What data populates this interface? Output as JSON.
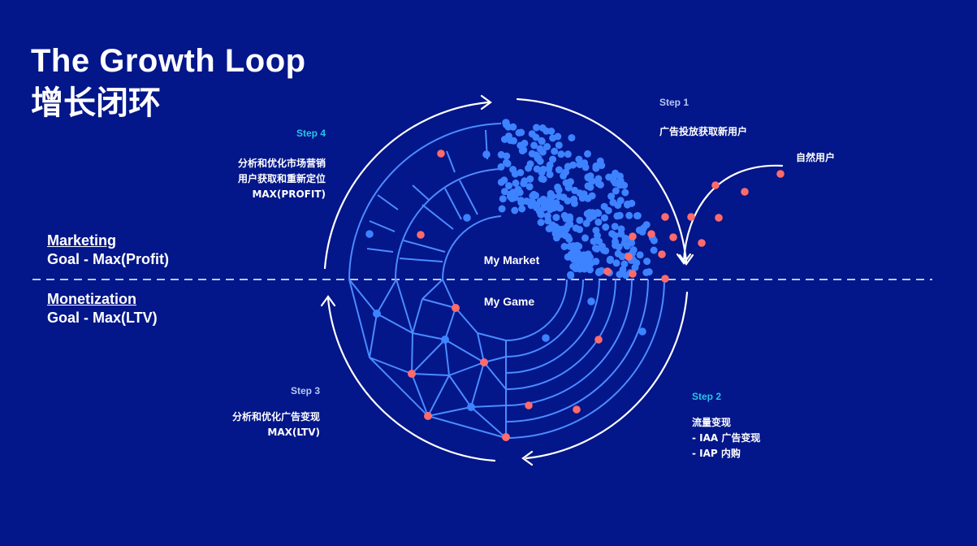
{
  "title": {
    "en": "The Growth Loop",
    "zh": "增长闭环"
  },
  "marketing": {
    "heading": "Marketing",
    "goal": "Goal - Max(Profit)"
  },
  "monetization": {
    "heading": "Monetization",
    "goal": "Goal - Max(LTV)"
  },
  "step1": {
    "label": "Step 1",
    "lines": [
      "广告投放获取新用户"
    ]
  },
  "organic": {
    "label": "自然用户"
  },
  "step2": {
    "label": "Step 2",
    "lines": [
      "流量变现",
      "- IAA 广告变现",
      "- IAP 内购"
    ]
  },
  "step3": {
    "label": "Step 3",
    "lines": [
      "分析和优化广告变现",
      "MAX(LTV)"
    ]
  },
  "step4": {
    "label": "Step 4",
    "lines": [
      "分析和优化市场营销",
      "用户获取和重新定位",
      "MAX(PROFIT)"
    ]
  },
  "center": {
    "market": "My Market",
    "game": "My Game"
  },
  "colors": {
    "background": "#03168a",
    "line": "#4a8cff",
    "dot_blue": "#3d82ff",
    "dot_red": "#ff6b6b",
    "step_label_cyan": "#29c4e6",
    "step_label_light": "#b9c8f0",
    "text": "#ffffff"
  }
}
